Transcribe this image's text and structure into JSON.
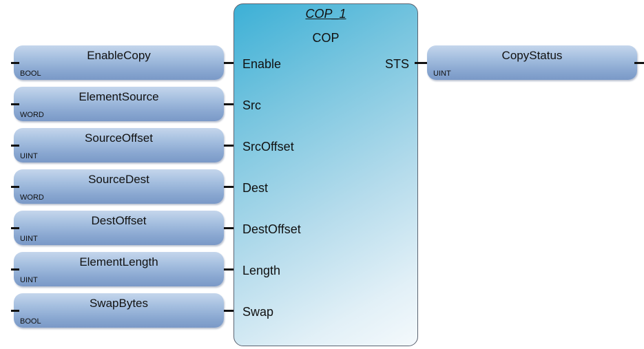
{
  "function_block": {
    "instance_name": "COP_1",
    "type_name": "COP",
    "inputs": [
      {
        "label": "Enable"
      },
      {
        "label": "Src"
      },
      {
        "label": "SrcOffset"
      },
      {
        "label": "Dest"
      },
      {
        "label": "DestOffset"
      },
      {
        "label": "Length"
      },
      {
        "label": "Swap"
      }
    ],
    "outputs": [
      {
        "label": "STS"
      }
    ]
  },
  "input_variables": [
    {
      "name": "EnableCopy",
      "type": "BOOL"
    },
    {
      "name": "ElementSource",
      "type": "WORD"
    },
    {
      "name": "SourceOffset",
      "type": "UINT"
    },
    {
      "name": "SourceDest",
      "type": "WORD"
    },
    {
      "name": "DestOffset",
      "type": "UINT"
    },
    {
      "name": "ElementLength",
      "type": "UINT"
    },
    {
      "name": "SwapBytes",
      "type": "BOOL"
    }
  ],
  "output_variables": [
    {
      "name": "CopyStatus",
      "type": "UINT"
    }
  ]
}
